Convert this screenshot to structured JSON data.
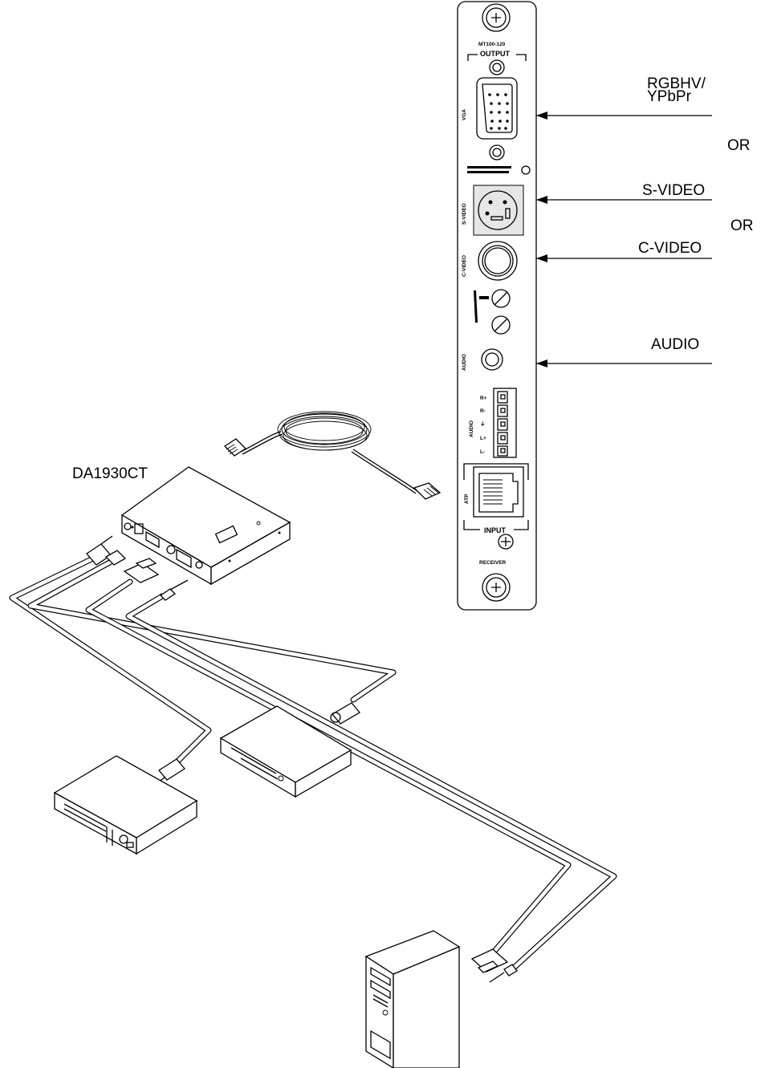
{
  "diagram": {
    "unit_label": "DA1930CT",
    "signals": [
      {
        "label": "RGBHV/"
      },
      {
        "label": "YPbPr"
      },
      {
        "label": "OR"
      },
      {
        "label": "S-VIDEO"
      },
      {
        "label": "OR"
      },
      {
        "label": "C-VIDEO"
      },
      {
        "label": "AUDIO"
      }
    ],
    "panel": {
      "model": "MT100-120",
      "output": "OUTPUT",
      "input": "INPUT",
      "receiver": "RECEIVER",
      "vga": "VGA",
      "svideo": "S-VIDEO",
      "cvideo": "C-VIDEO",
      "audio_jack": "AUDIO",
      "audio_terminal": "AUDIO",
      "rj45": "ATP",
      "terminal_pins": [
        "R+",
        "R-",
        "⏚",
        "L+",
        "L-"
      ]
    },
    "devices": [
      "dvd-player",
      "vcr",
      "computer-tower"
    ]
  }
}
